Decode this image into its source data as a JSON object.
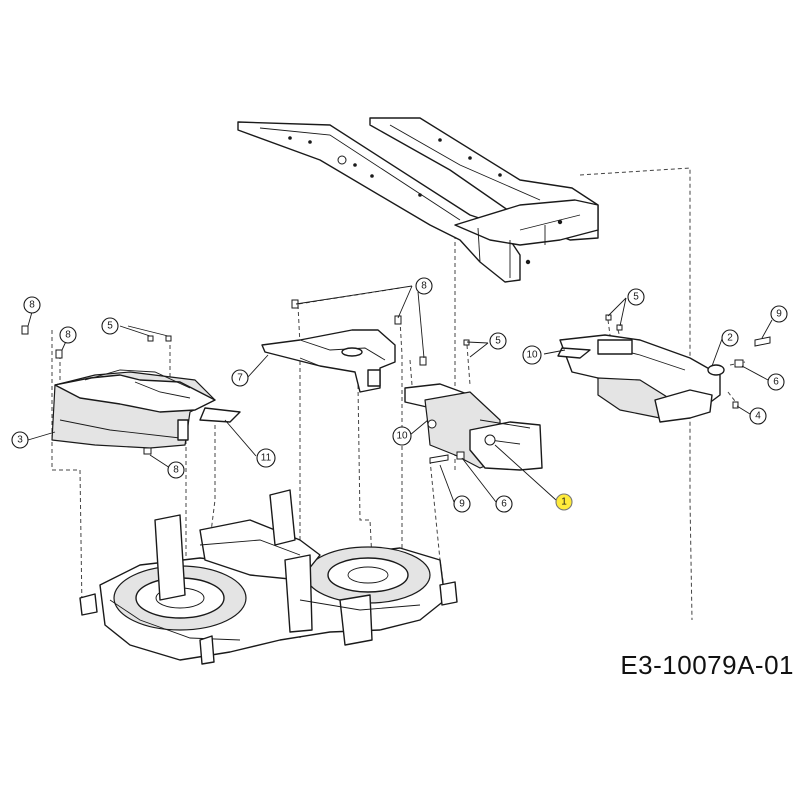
{
  "drawing": {
    "code": "E3-10079A-01"
  },
  "callouts": [
    {
      "id": "c8a",
      "label": "8"
    },
    {
      "id": "c8b",
      "label": "8"
    },
    {
      "id": "c5a",
      "label": "5"
    },
    {
      "id": "c3",
      "label": "3"
    },
    {
      "id": "c8c",
      "label": "8"
    },
    {
      "id": "c11",
      "label": "11"
    },
    {
      "id": "c8d",
      "label": "8"
    },
    {
      "id": "c7",
      "label": "7"
    },
    {
      "id": "c5b",
      "label": "5"
    },
    {
      "id": "c10a",
      "label": "10"
    },
    {
      "id": "c9a",
      "label": "9"
    },
    {
      "id": "c6a",
      "label": "6"
    },
    {
      "id": "c1",
      "label": "1"
    },
    {
      "id": "c5c",
      "label": "5"
    },
    {
      "id": "c10b",
      "label": "10"
    },
    {
      "id": "c2",
      "label": "2"
    },
    {
      "id": "c9b",
      "label": "9"
    },
    {
      "id": "c6b",
      "label": "6"
    },
    {
      "id": "c4",
      "label": "4"
    }
  ],
  "colors": {
    "line": "#1a1a1a",
    "highlight_callout": "#ffeb3b"
  }
}
